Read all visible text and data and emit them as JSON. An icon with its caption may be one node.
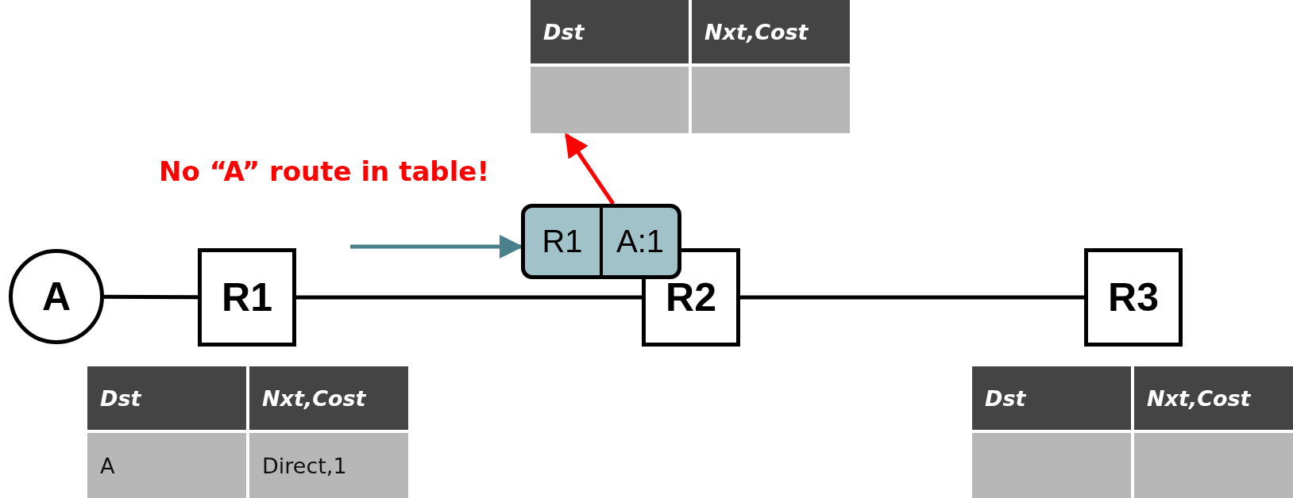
{
  "diagram": {
    "nodes": [
      {
        "text": [
          "Dst",
          "Nxt,Cost"
        ]
      },
      {
        "text": [
          "R1",
          "A:1"
        ]
      },
      {
        "text": [
          "A"
        ]
      },
      {
        "text": [
          "R1"
        ]
      },
      {
        "text": [
          "R2"
        ]
      },
      {
        "text": [
          "R3"
        ]
      },
      {
        "text": [
          "Dst",
          "Nxt,Cost",
          "A",
          "Direct,1"
        ]
      },
      {
        "text": [
          "Dst",
          "Nxt,Cost"
        ]
      }
    ],
    "edges": [
      {
        "from": 2,
        "to": 3,
        "arrow": "none"
      },
      {
        "from": 3,
        "to": 4,
        "arrow": "none"
      },
      {
        "from": 4,
        "to": 5,
        "arrow": "none"
      },
      {
        "from": null,
        "to": 1,
        "arrow": "to",
        "color": "#4a7f8c"
      },
      {
        "from": 1,
        "to": 0,
        "arrow": "to",
        "color": "#ff0000"
      }
    ],
    "labels": [
      "No “A” route in table!"
    ]
  }
}
